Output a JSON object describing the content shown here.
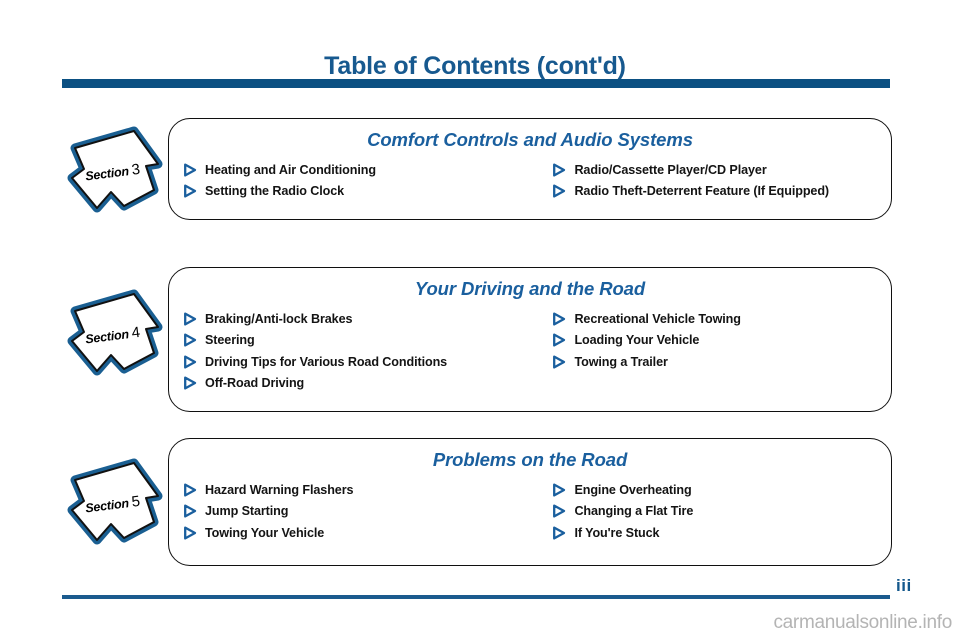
{
  "page": {
    "title": "Table of Contents (cont'd)",
    "page_number": "iii",
    "watermark": "carmanualsonline.info",
    "accent_color": "#0b5082",
    "heading_color": "#1a5f9e",
    "rule_color": "#1b5b8e"
  },
  "sections": [
    {
      "badge_word": "Section",
      "badge_number": "3",
      "heading": "Comfort Controls and Audio Systems",
      "left_entries": [
        "Heating and Air Conditioning",
        "Setting the Radio Clock"
      ],
      "right_entries": [
        "Radio/Cassette Player/CD Player",
        "Radio Theft-Deterrent Feature (If Equipped)"
      ]
    },
    {
      "badge_word": "Section",
      "badge_number": "4",
      "heading": "Your Driving and the Road",
      "left_entries": [
        "Braking/Anti-lock Brakes",
        "Steering",
        "Driving Tips for Various Road Conditions",
        "Off-Road Driving"
      ],
      "right_entries": [
        "Recreational Vehicle Towing",
        "Loading Your Vehicle",
        "Towing a Trailer"
      ]
    },
    {
      "badge_word": "Section",
      "badge_number": "5",
      "heading": "Problems on the Road",
      "left_entries": [
        "Hazard Warning Flashers",
        "Jump Starting",
        "Towing Your Vehicle"
      ],
      "right_entries": [
        "Engine Overheating",
        "Changing a Flat Tire",
        "If You're Stuck"
      ]
    }
  ]
}
